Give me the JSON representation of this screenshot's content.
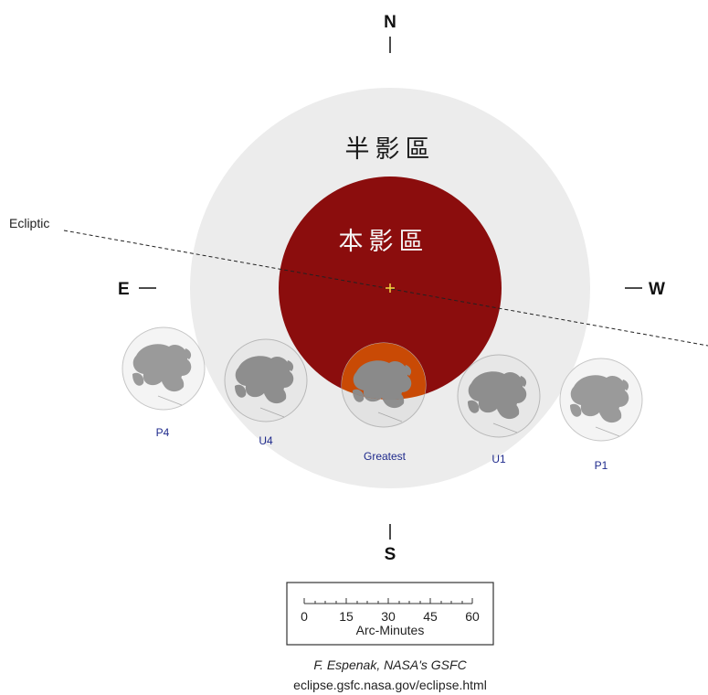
{
  "compass": {
    "north": "N",
    "south": "S",
    "east": "E",
    "west": "W"
  },
  "ecliptic_label": "Ecliptic",
  "zones": {
    "penumbra": "半影區",
    "umbra": "本影區"
  },
  "moons": [
    {
      "id": "p4",
      "label": "P4"
    },
    {
      "id": "u4",
      "label": "U4"
    },
    {
      "id": "greatest",
      "label": "Greatest"
    },
    {
      "id": "u1",
      "label": "U1"
    },
    {
      "id": "p1",
      "label": "P1"
    }
  ],
  "scale": {
    "ticks": [
      "0",
      "15",
      "30",
      "45",
      "60"
    ],
    "unit_label": "Arc-Minutes"
  },
  "credit": {
    "author": "F. Espenak, NASA's GSFC",
    "url": "eclipse.gsfc.nasa.gov/eclipse.html"
  },
  "colors": {
    "penumbra": "#ececec",
    "umbra": "#8b0d0d",
    "umbra_label": "#f5f5f5",
    "penumbra_label": "#1a1a1a",
    "moon_disk": "#ededed",
    "moon_maria": "#9a9a9a",
    "eclipsed_moon": "#c94a05",
    "center_mark": "#f5d742",
    "moon_label": "#1f2a8c"
  }
}
